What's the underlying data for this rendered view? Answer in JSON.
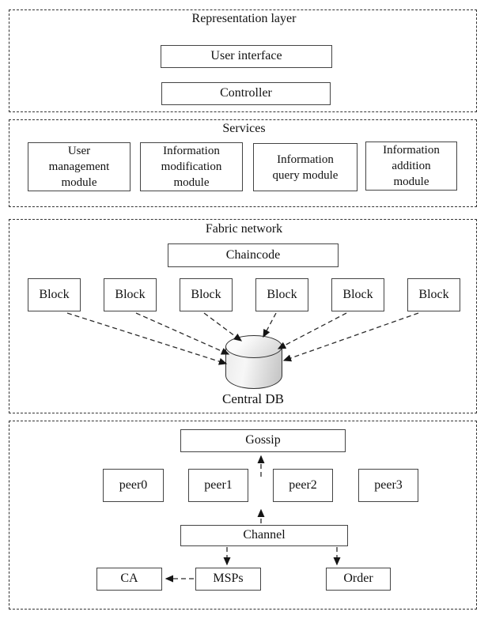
{
  "representation": {
    "title": "Representation layer",
    "user_interface": "User interface",
    "controller": "Controller"
  },
  "services": {
    "title": "Services",
    "modules": [
      "User\nmanagement\nmodule",
      "Information\nmodification\nmodule",
      "Information\nquery module",
      "Information\naddition\nmodule"
    ]
  },
  "fabric": {
    "title": "Fabric network",
    "chaincode": "Chaincode",
    "blocks": [
      "Block",
      "Block",
      "Block",
      "Block",
      "Block",
      "Block"
    ],
    "central_db": "Central DB"
  },
  "network": {
    "gossip": "Gossip",
    "peers": [
      "peer0",
      "peer1",
      "peer2",
      "peer3"
    ],
    "channel": "Channel",
    "ca": "CA",
    "msps": "MSPs",
    "order": "Order"
  },
  "colors": {
    "box_border": "#444444",
    "frame_border": "#333333",
    "text": "#111111",
    "background": "#ffffff"
  }
}
